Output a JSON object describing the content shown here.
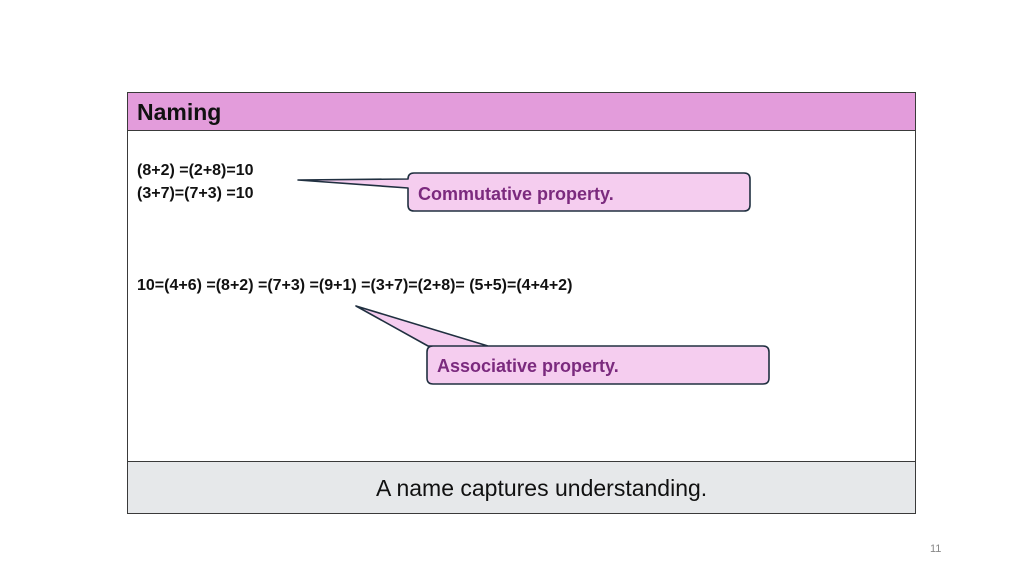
{
  "slide": {
    "title": "Naming",
    "equations": {
      "line1": "(8+2) =(2+8)=10",
      "line2": "(3+7)=(7+3) =10",
      "line3": "10=(4+6) =(8+2) =(7+3) =(9+1) =(3+7)=(2+8)= (5+5)=(4+4+2)"
    },
    "callouts": {
      "commutative": "Commutative property.",
      "associative": "Associative property."
    },
    "footer": "A name captures understanding.",
    "page_number": "11"
  },
  "colors": {
    "header_bg": "#e39cdb",
    "callout_fill": "#f5cdef",
    "callout_border": "#203040",
    "callout_text": "#7b2a7e",
    "footer_bg": "#e6e8ea"
  }
}
